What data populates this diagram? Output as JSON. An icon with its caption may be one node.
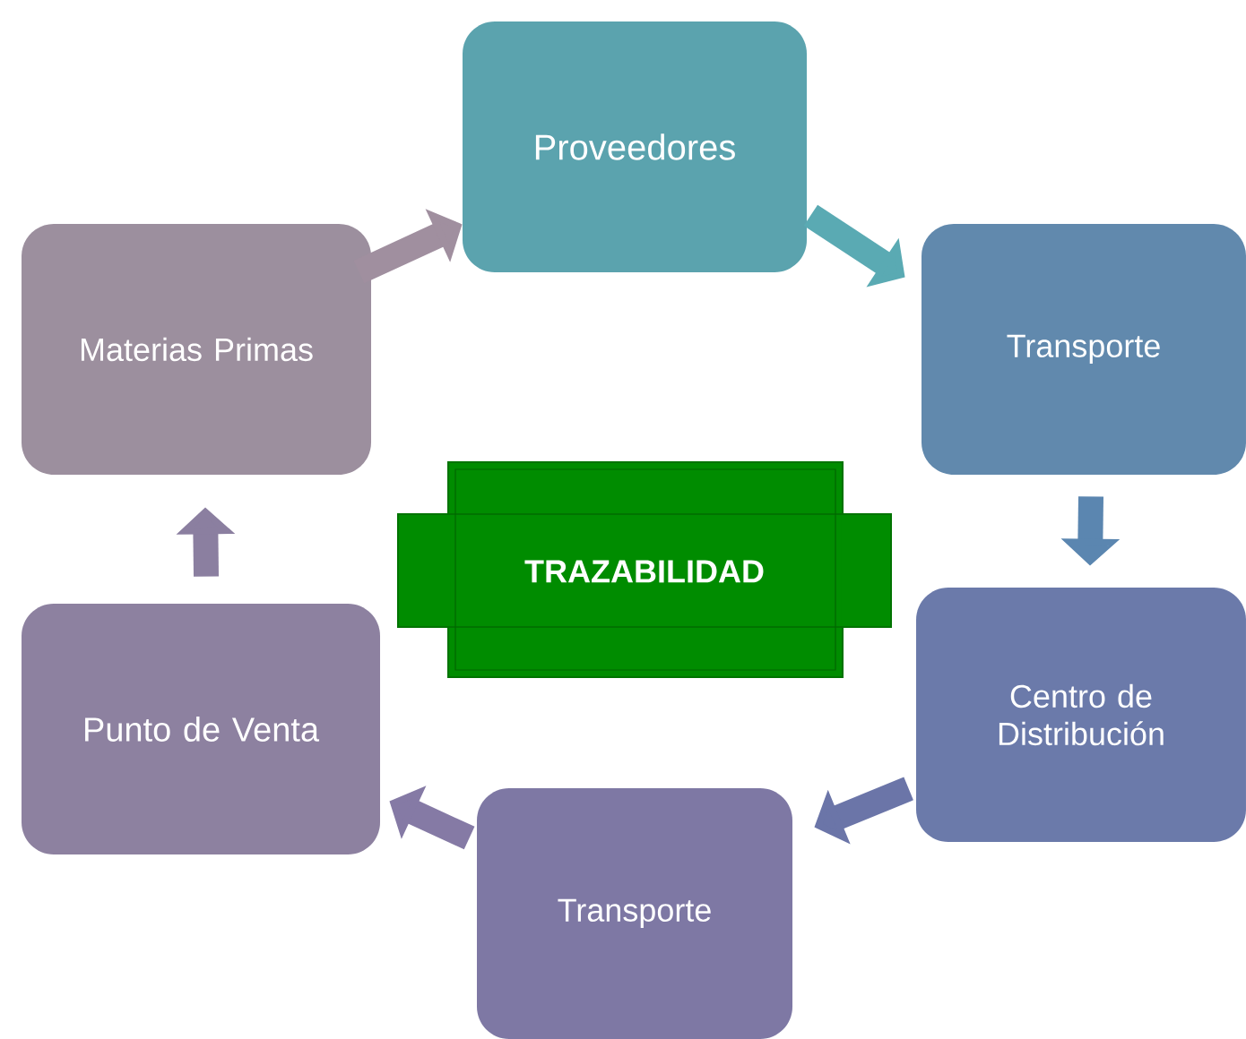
{
  "diagram": {
    "nodes": [
      {
        "text": [
          "Proveedores"
        ]
      },
      {
        "text": [
          "Transporte"
        ]
      },
      {
        "text": [
          "Centro de Distribución"
        ]
      },
      {
        "text": [
          "Transporte"
        ]
      },
      {
        "text": [
          "Punto de Venta"
        ]
      },
      {
        "text": [
          "Materias Primas"
        ]
      },
      {
        "text": [
          "TRAZABILIDAD"
        ]
      }
    ],
    "edges": [
      {
        "from": 5,
        "to": 0,
        "arrow": "to",
        "color": "#a08f9f"
      },
      {
        "from": 0,
        "to": 1,
        "arrow": "to",
        "color": "#5aaab3"
      },
      {
        "from": 1,
        "to": 2,
        "arrow": "to",
        "color": "#5b86b0"
      },
      {
        "from": 2,
        "to": 3,
        "arrow": "to",
        "color": "#6b75a8"
      },
      {
        "from": 3,
        "to": 4,
        "arrow": "to",
        "color": "#857aa5"
      },
      {
        "from": 4,
        "to": 5,
        "arrow": "to",
        "color": "#8b7fa0"
      }
    ]
  }
}
